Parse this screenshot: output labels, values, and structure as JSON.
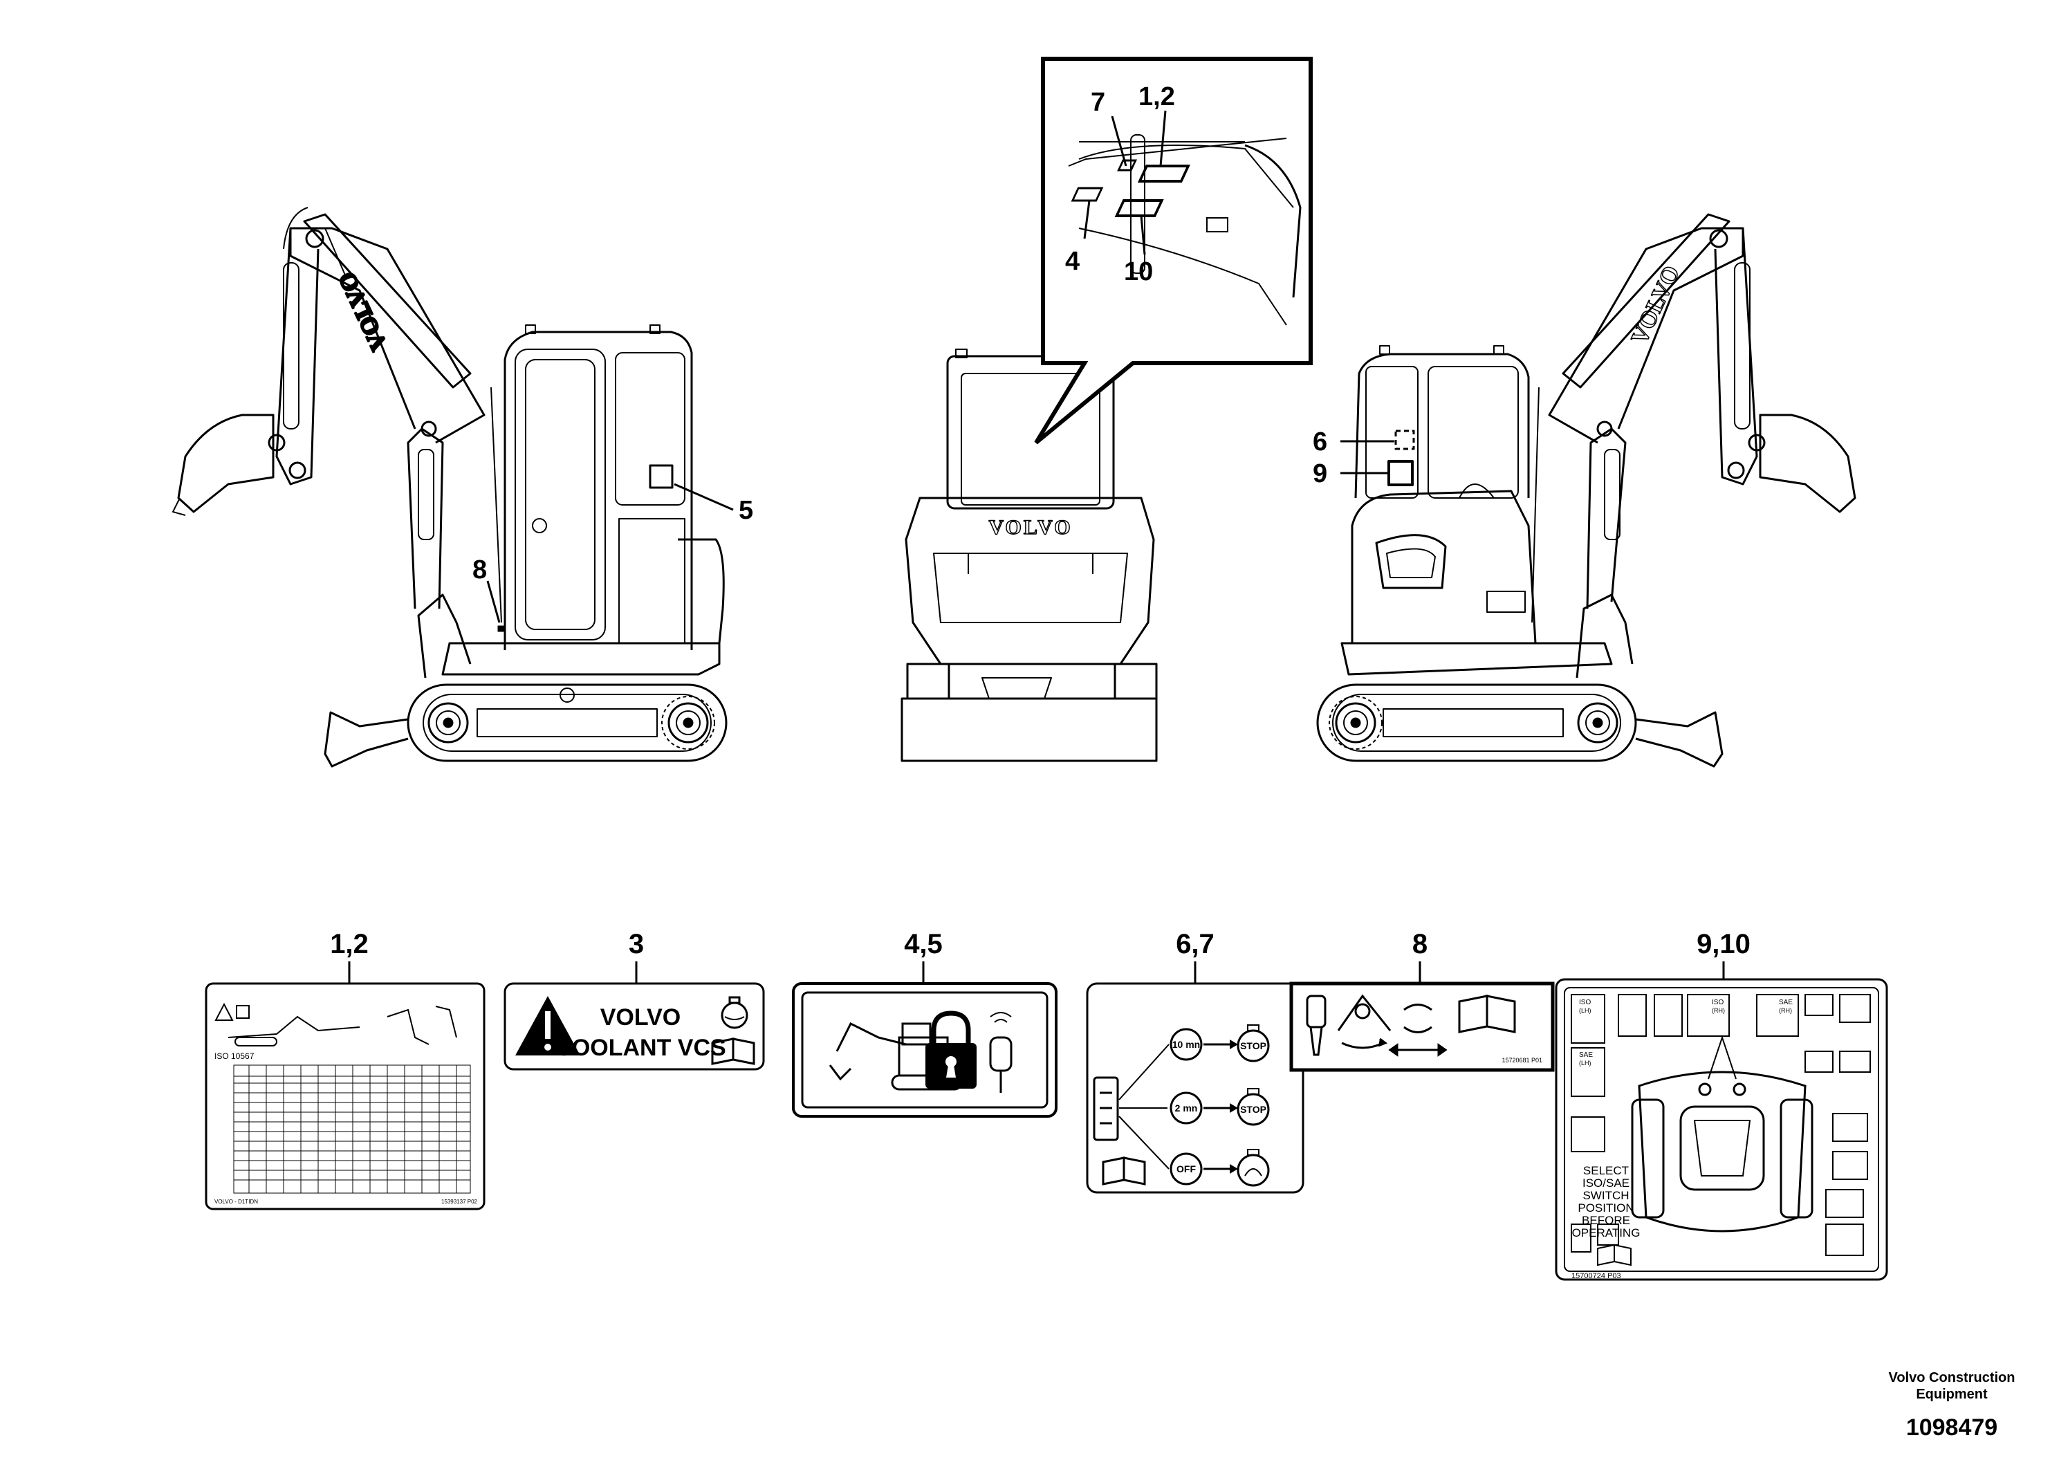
{
  "callouts": {
    "c12": "1,2",
    "c7": "7",
    "c4": "4",
    "c10": "10",
    "c5": "5",
    "c8": "8",
    "c6": "6",
    "c9": "9"
  },
  "machine": {
    "brand_boom_left": "VOLVO",
    "brand_rear": "VOLVO",
    "brand_boom_right": "VOLVO"
  },
  "labels": {
    "l12": {
      "number": "1,2",
      "iso": "ISO 10567",
      "footer_left": "VOLVO - D1TIDN",
      "footer_right": "15393137 P02"
    },
    "l3": {
      "number": "3",
      "line1": "VOLVO",
      "line2": "COOLANT VCS"
    },
    "l45": {
      "number": "4,5"
    },
    "l67": {
      "number": "6,7",
      "t1": "10 mn",
      "t2": "2 mn",
      "t3": "OFF",
      "stop1": "STOP",
      "stop2": "STOP"
    },
    "l8": {
      "number": "8",
      "code": "15720681 P01"
    },
    "l910": {
      "number": "9,10",
      "iso": "ISO",
      "sae": "SAE",
      "lh": "(LH)",
      "rh": "(RH)",
      "select1": "SELECT",
      "select2": "ISO/SAE",
      "select3": "SWITCH",
      "select4": "POSITION",
      "select5": "BEFORE",
      "select6": "OPERATING",
      "code": "15700724 P03"
    }
  },
  "footer": {
    "company1": "Volvo Construction",
    "company2": "Equipment",
    "drawing_number": "1098479"
  }
}
